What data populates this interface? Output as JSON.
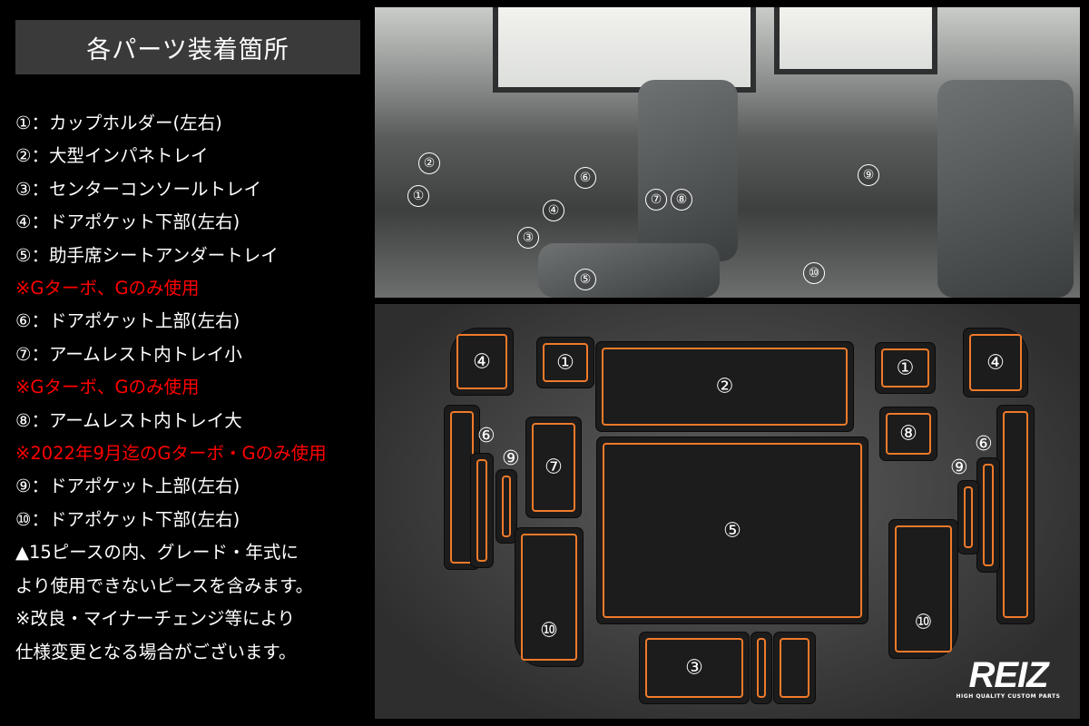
{
  "title": "各パーツ装着箇所",
  "items": [
    {
      "text": "①：カップホルダー(左右)",
      "red": false
    },
    {
      "text": "②：大型インパネトレイ",
      "red": false
    },
    {
      "text": "③：センターコンソールトレイ",
      "red": false
    },
    {
      "text": "④：ドアポケット下部(左右)",
      "red": false
    },
    {
      "text": "⑤：助手席シートアンダートレイ",
      "red": false
    },
    {
      "text": "※Gターボ、Gのみ使用",
      "red": true
    },
    {
      "text": "⑥：ドアポケット上部(左右)",
      "red": false
    },
    {
      "text": "⑦：アームレスト内トレイ小",
      "red": false
    },
    {
      "text": "※Gターボ、Gのみ使用",
      "red": true
    },
    {
      "text": "⑧：アームレスト内トレイ大",
      "red": false
    },
    {
      "text": "※2022年9月迄のGターボ・Gのみ使用",
      "red": true
    },
    {
      "text": "⑨：ドアポケット上部(左右)",
      "red": false
    },
    {
      "text": "⑩：ドアポケット下部(左右)",
      "red": false
    },
    {
      "text": "▲15ピースの内、グレード・年式に",
      "red": false
    },
    {
      "text": "より使用できないピースを含みます。",
      "red": false
    },
    {
      "text": "※改良・マイナーチェンジ等により",
      "red": false
    },
    {
      "text": "仕様変更となる場合がございます。",
      "red": false
    }
  ],
  "photo_labels": {
    "p1": "①",
    "p2": "②",
    "p3": "③",
    "p4": "④",
    "p5": "⑤",
    "p6": "⑥",
    "p7": "⑦",
    "p8": "⑧",
    "p9": "⑨",
    "p10": "⑩"
  },
  "mat_labels": {
    "m1": "①",
    "m2": "②",
    "m3": "③",
    "m4": "④",
    "m5": "⑤",
    "m6": "⑥",
    "m7": "⑦",
    "m8": "⑧",
    "m9": "⑨",
    "m10": "⑩"
  },
  "logo": {
    "brand": "REIZ",
    "tagline": "HIGH QUALITY CUSTOM PARTS"
  },
  "colors": {
    "accent": "#f07a2a",
    "warning": "#ff0000"
  }
}
